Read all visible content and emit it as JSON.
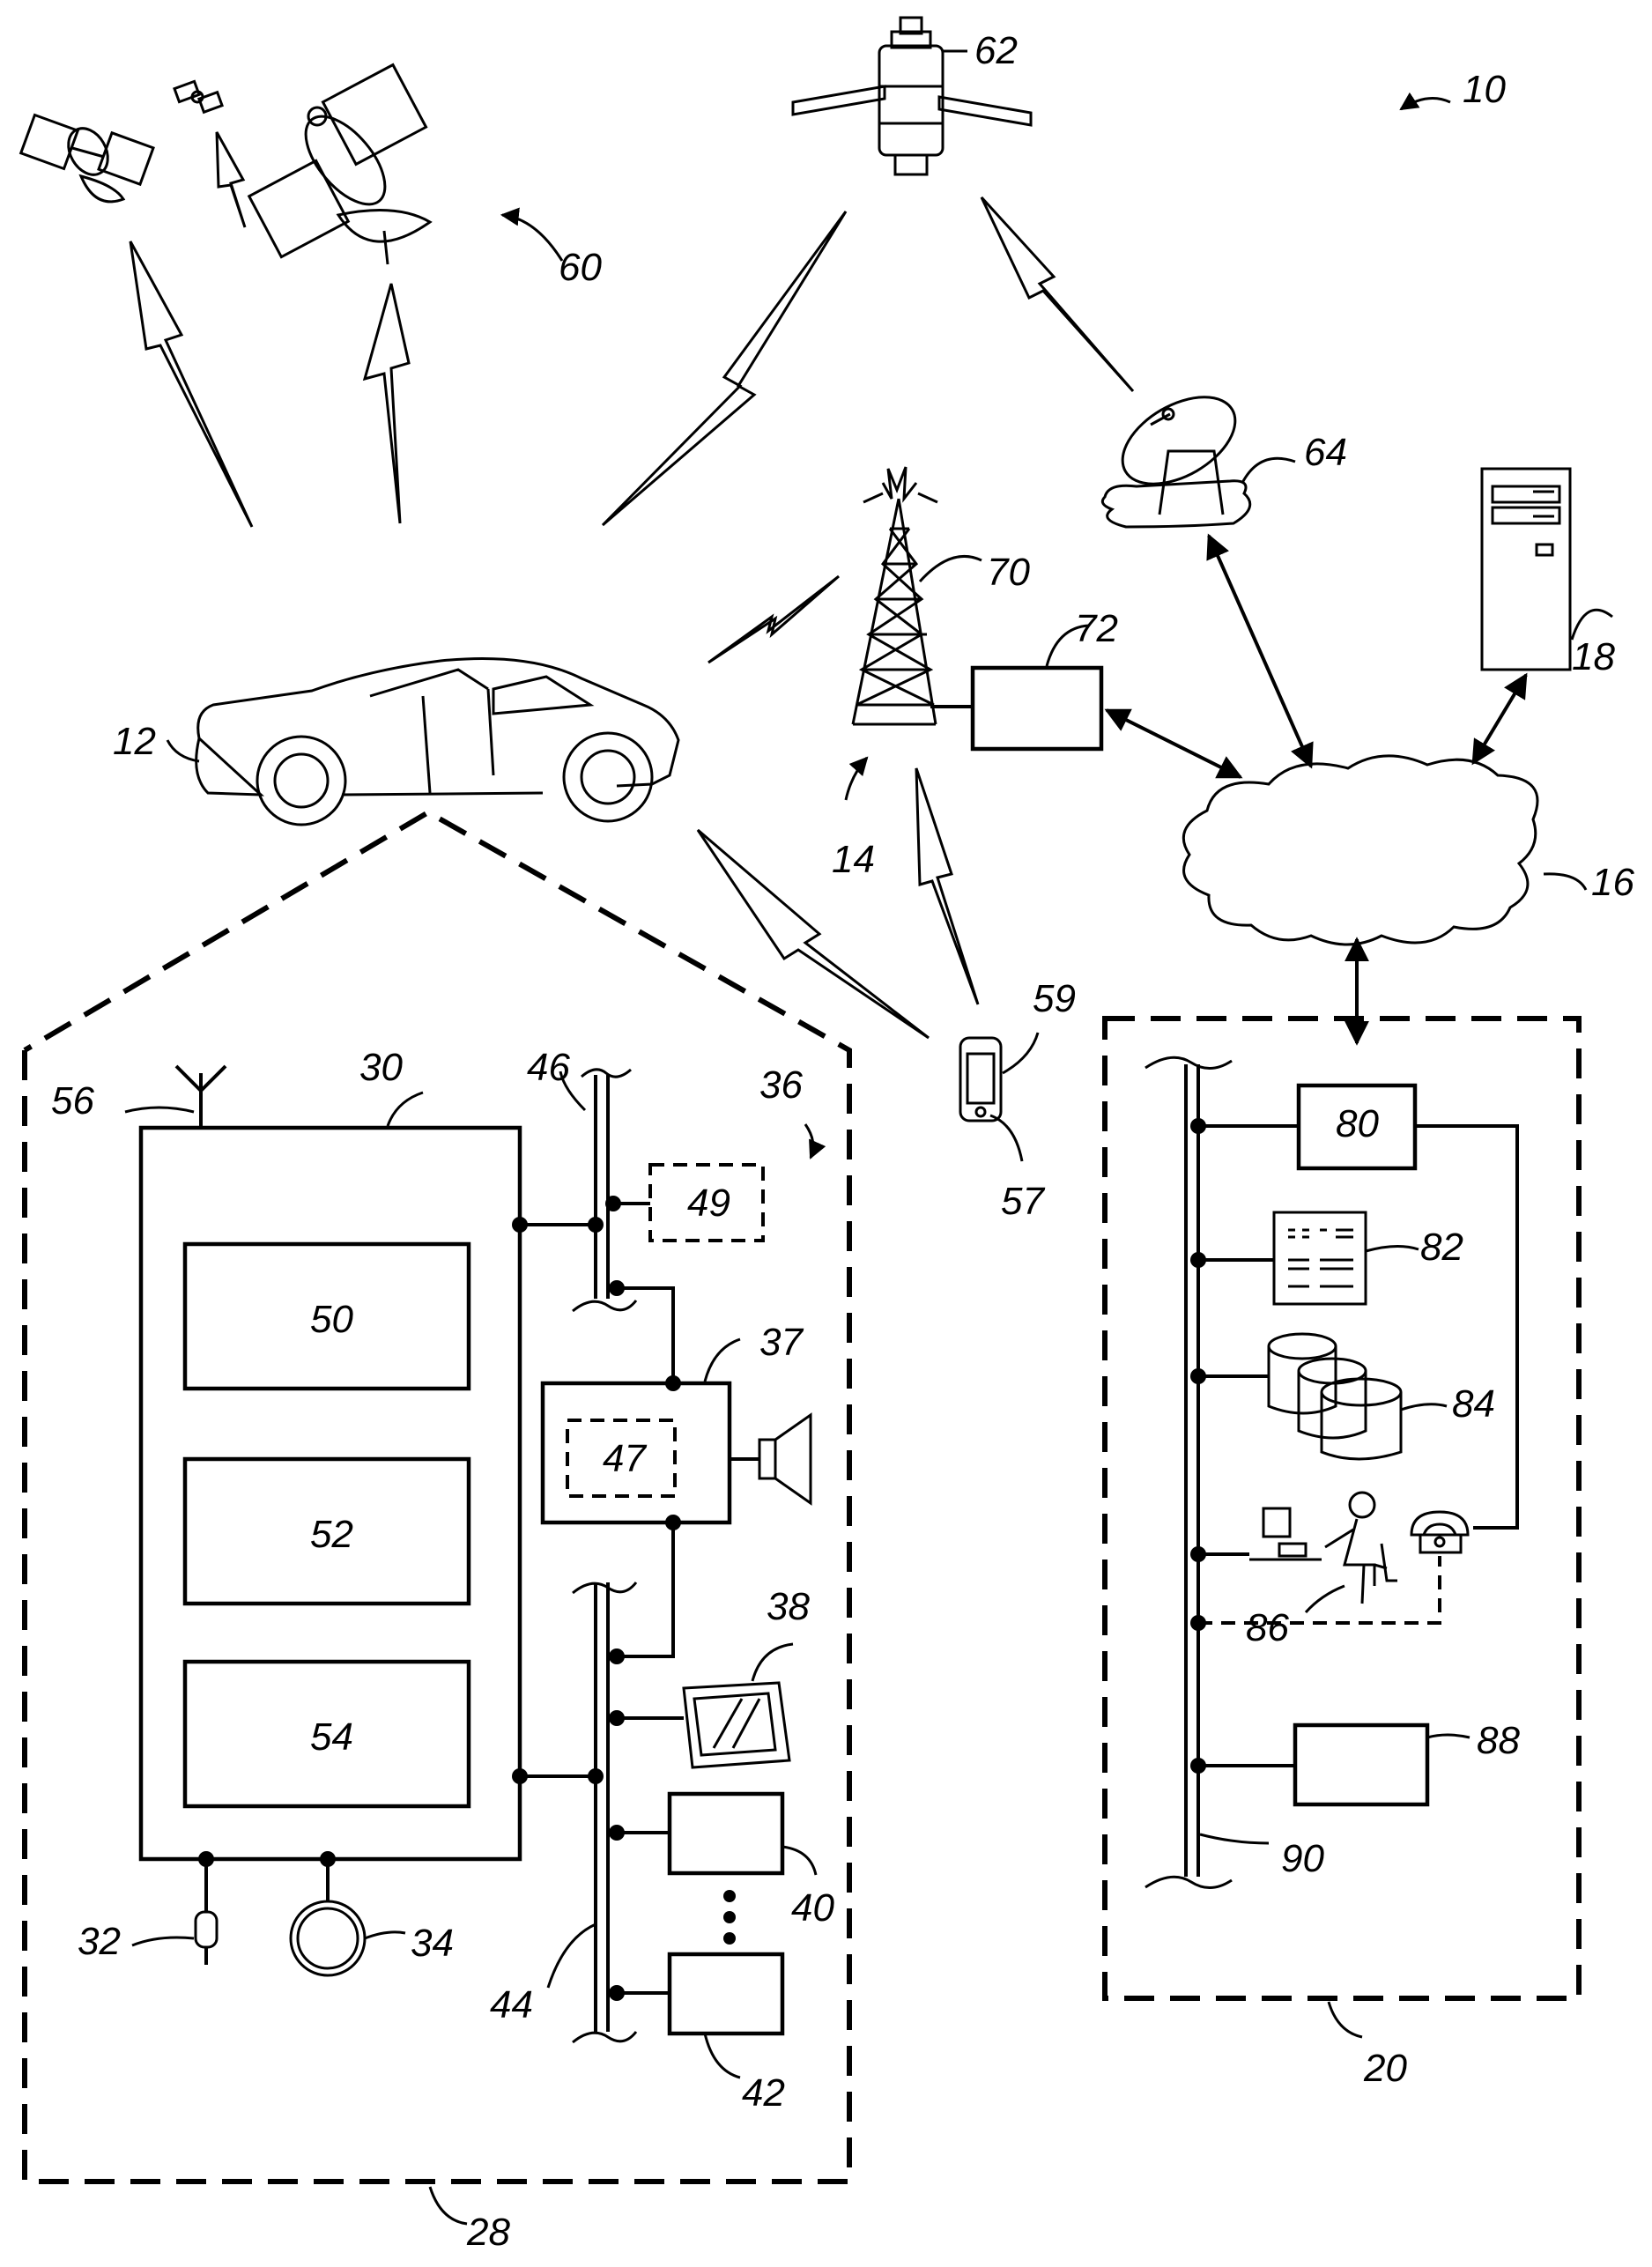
{
  "labels": {
    "system": "10",
    "vehicle": "12",
    "cell_system": "14",
    "land_network": "16",
    "computer": "18",
    "call_center": "20",
    "electronics": "28",
    "telematics_unit": "30",
    "microphone": "32",
    "button": "34",
    "audio_system": "36",
    "audio_component": "37",
    "display": "38",
    "module_a": "40",
    "module_b": "42",
    "bus_a": "44",
    "bus_b": "46",
    "dsp": "47",
    "component_49": "49",
    "block_50": "50",
    "block_52": "52",
    "block_54": "54",
    "antenna": "56",
    "phone_57": "57",
    "phone_59": "59",
    "gnss": "60",
    "satellite": "62",
    "uplink": "64",
    "tower": "70",
    "msc": "72",
    "switch": "80",
    "server": "82",
    "database": "84",
    "advisor": "86",
    "modem": "88",
    "lan": "90"
  }
}
